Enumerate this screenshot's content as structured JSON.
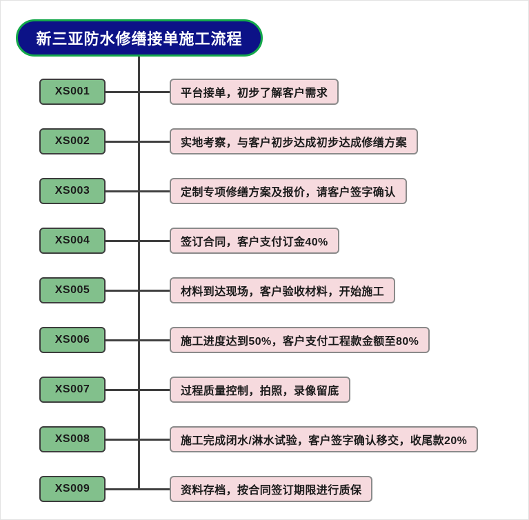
{
  "title": {
    "text": "新三亚防水修缮接单施工流程",
    "fill_color": "#0c1287",
    "border_color": "#14a84a",
    "text_color": "#ffffff"
  },
  "colors": {
    "code_box_fill": "#82c08c",
    "code_box_border": "#3d3d3d",
    "step_box_fill": "#f6dade",
    "step_box_border": "#8a8a8a",
    "connector": "#404040",
    "page_background": "#ffffff",
    "page_border": "#e2e2e2"
  },
  "flow": {
    "steps": [
      {
        "code": "XS001",
        "text": "平台接单，初步了解客户需求"
      },
      {
        "code": "XS002",
        "text": "实地考察，与客户初步达成初步达成修缮方案"
      },
      {
        "code": "XS003",
        "text": "定制专项修缮方案及报价，请客户签字确认"
      },
      {
        "code": "XS004",
        "text": "签订合同，客户支付订金40%"
      },
      {
        "code": "XS005",
        "text": "材料到达现场，客户验收材料，开始施工"
      },
      {
        "code": "XS006",
        "text": "施工进度达到50%，客户支付工程款金额至80%"
      },
      {
        "code": "XS007",
        "text": "过程质量控制，拍照，录像留底"
      },
      {
        "code": "XS008",
        "text": "施工完成闭水/淋水试验，客户签字确认移交，收尾款20%"
      },
      {
        "code": "XS009",
        "text": "资料存档，按合同签订期限进行质保"
      }
    ]
  }
}
